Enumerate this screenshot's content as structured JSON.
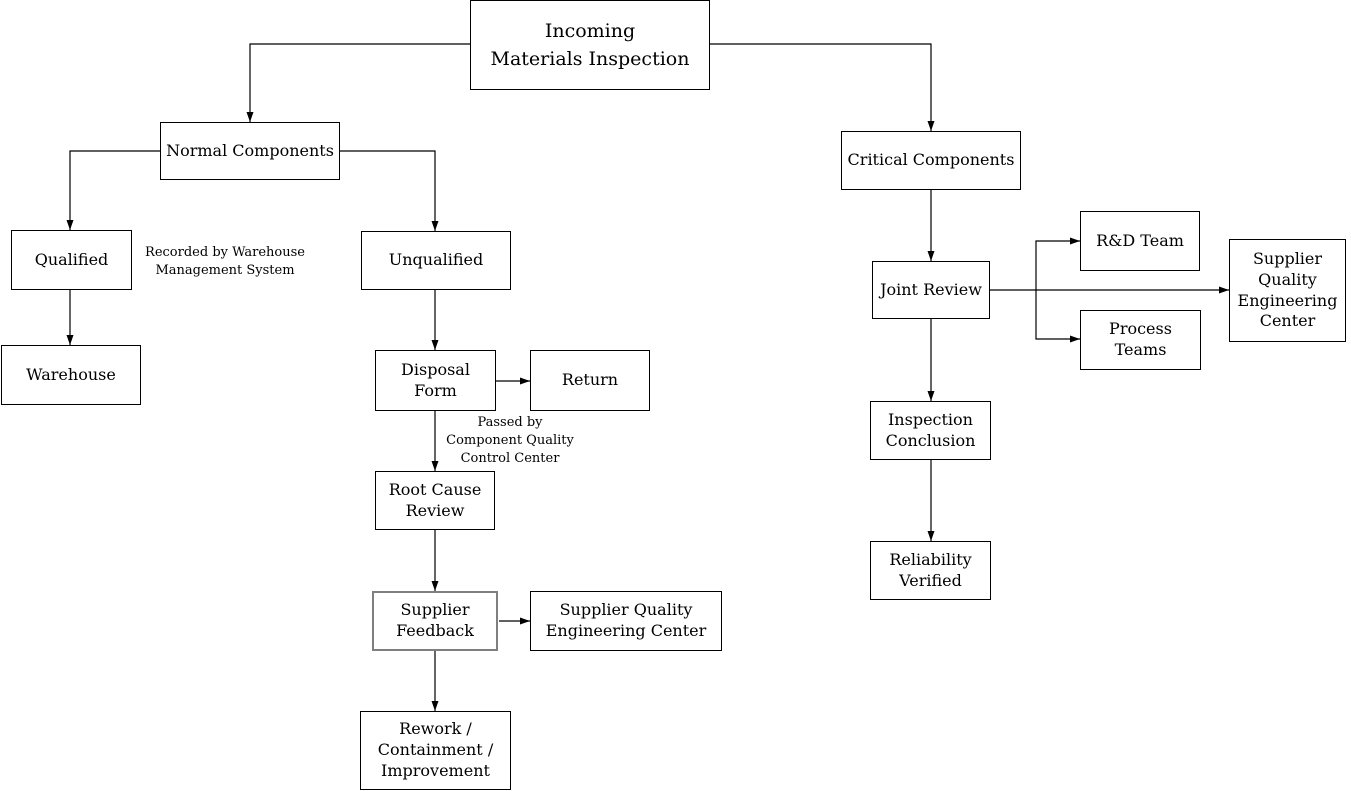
{
  "nodes": {
    "incoming": {
      "label": "Incoming\nMaterials Inspection"
    },
    "normal": {
      "label": "Normal Components"
    },
    "critical": {
      "label": "Critical Components"
    },
    "qualified": {
      "label": "Qualified"
    },
    "unqualified": {
      "label": "Unqualified"
    },
    "warehouse": {
      "label": "Warehouse"
    },
    "disposal_form": {
      "label": "Disposal\nForm"
    },
    "return": {
      "label": "Return"
    },
    "root_cause": {
      "label": "Root Cause\nReview"
    },
    "supplier_feedback": {
      "label": "Supplier\nFeedback"
    },
    "sqec_feedback": {
      "label": "Supplier Quality\nEngineering Center"
    },
    "rework": {
      "label": "Rework /\nContainment /\nImprovement"
    },
    "joint_review": {
      "label": "Joint Review"
    },
    "rd_team": {
      "label": "R&D Team"
    },
    "process_teams": {
      "label": "Process\nTeams"
    },
    "sqec_review": {
      "label": "Supplier\nQuality\nEngineering\nCenter"
    },
    "inspection_conclusion": {
      "label": "Inspection\nConclusion"
    },
    "reliability_verified": {
      "label": "Reliability\nVerified"
    }
  },
  "annotations": {
    "recorded_by": "Recorded by Warehouse\nManagement System",
    "passed_by": "Passed by\nComponent Quality\nControl Center"
  },
  "colors": {
    "line": "#000000",
    "box_border": "#000000",
    "highlight_border": "#7f7f7f",
    "background": "#ffffff",
    "text": "#000000"
  }
}
